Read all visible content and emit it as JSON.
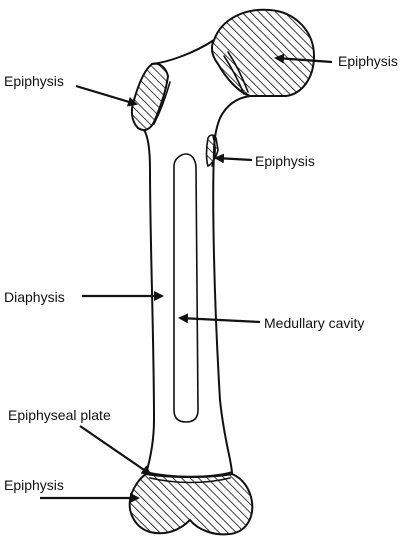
{
  "labels": {
    "epiphysis_upper_left": "Epiphysis",
    "epiphysis_head": "Epiphysis",
    "epiphysis_lesser": "Epiphysis",
    "diaphysis": "Diaphysis",
    "medullary_cavity": "Medullary cavity",
    "epiphyseal_plate": "Epiphyseal plate",
    "epiphysis_lower": "Epiphysis"
  },
  "colors": {
    "line": "#111111",
    "background": "#ffffff"
  }
}
